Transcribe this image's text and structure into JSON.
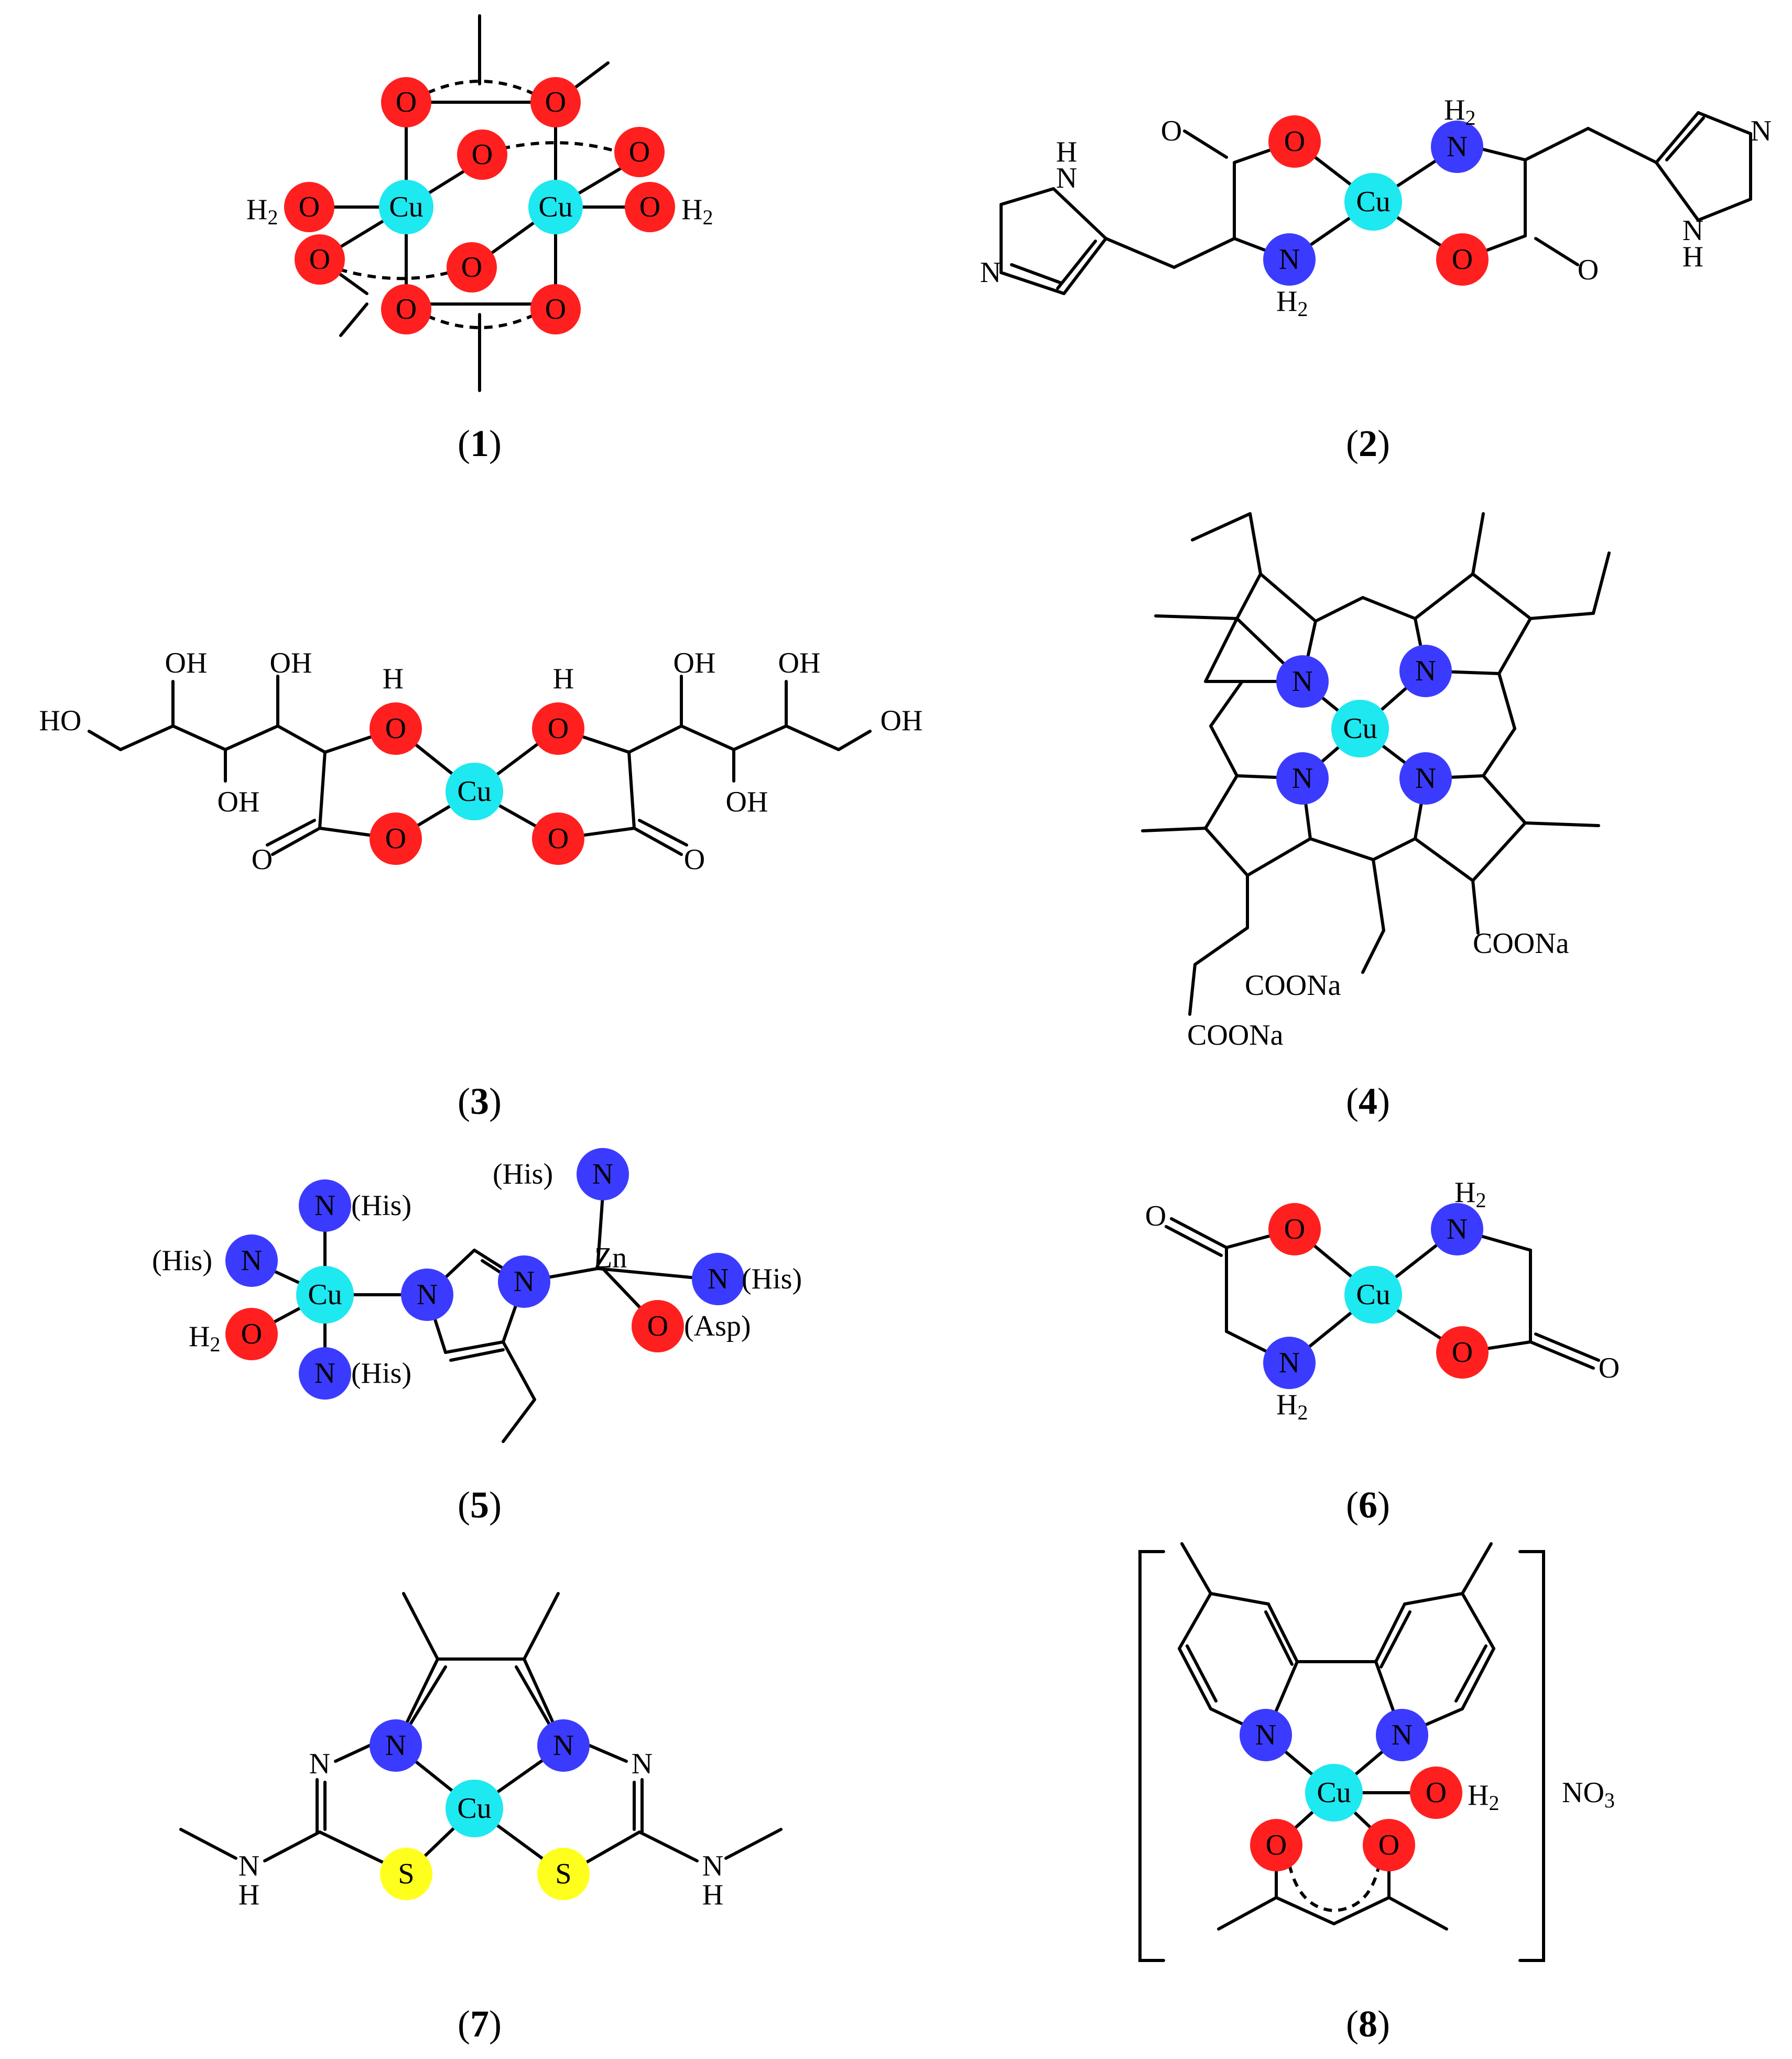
{
  "colors": {
    "oxygen": "#ff1f1f",
    "nitrogen": "#3b3bff",
    "copper": "#1ee8f0",
    "sulfur": "#ffff1e"
  },
  "elements": {
    "O": "O",
    "N": "N",
    "Cu": "Cu",
    "S": "S",
    "Zn": "Zn"
  },
  "captions": [
    {
      "open": "(",
      "num": "1",
      "close": ")"
    },
    {
      "open": "(",
      "num": "2",
      "close": ")"
    },
    {
      "open": "(",
      "num": "3",
      "close": ")"
    },
    {
      "open": "(",
      "num": "4",
      "close": ")"
    },
    {
      "open": "(",
      "num": "5",
      "close": ")"
    },
    {
      "open": "(",
      "num": "6",
      "close": ")"
    },
    {
      "open": "(",
      "num": "7",
      "close": ")"
    },
    {
      "open": "(",
      "num": "8",
      "close": ")"
    }
  ],
  "labels": {
    "h2": "H",
    "h2_sub": "2",
    "h": "H",
    "oh": "OH",
    "ho": "HO",
    "o": "O",
    "n": "N",
    "nh": "H",
    "coona": "COONa",
    "his": "(His)",
    "asp": "(Asp)",
    "no3": "NO",
    "no3_sub": "3"
  }
}
